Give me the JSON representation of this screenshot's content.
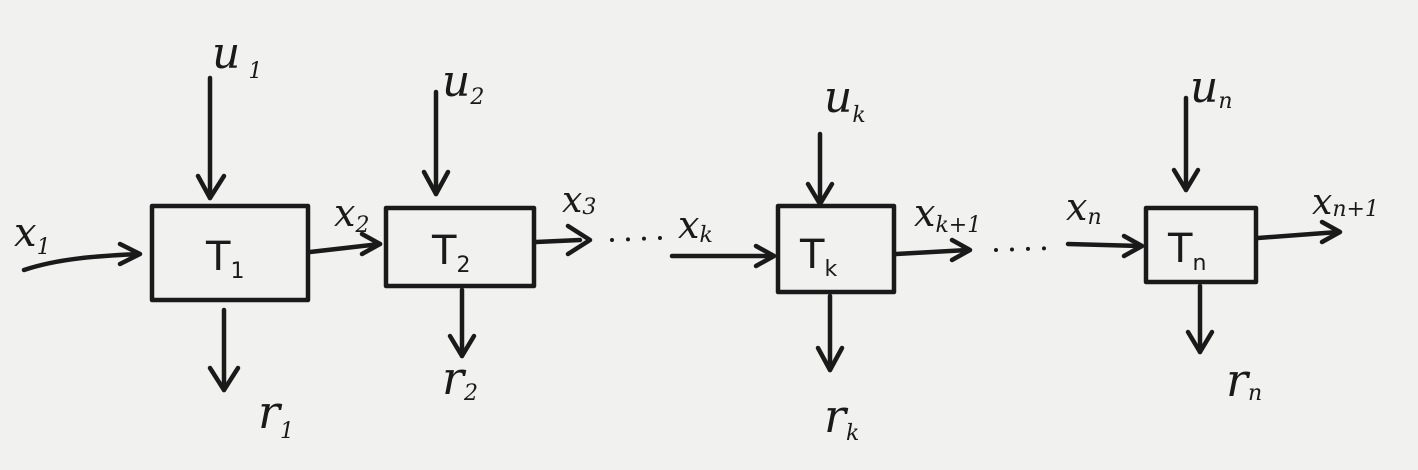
{
  "blocks": [
    {
      "label": "T",
      "sub": "1"
    },
    {
      "label": "T",
      "sub": "2"
    },
    {
      "label": "T",
      "sub": "k"
    },
    {
      "label": "T",
      "sub": "n"
    }
  ],
  "inputs_u": [
    {
      "label": "u",
      "sub": "1"
    },
    {
      "label": "u",
      "sub": "2"
    },
    {
      "label": "u",
      "sub": "k"
    },
    {
      "label": "u",
      "sub": "n"
    }
  ],
  "outputs_r": [
    {
      "label": "r",
      "sub": "1"
    },
    {
      "label": "r",
      "sub": "2"
    },
    {
      "label": "r",
      "sub": "k"
    },
    {
      "label": "r",
      "sub": "n"
    }
  ],
  "states_x": [
    {
      "label": "x",
      "sub": "1"
    },
    {
      "label": "x",
      "sub": "2"
    },
    {
      "label": "x",
      "sub": "3"
    },
    {
      "label": "x",
      "sub": "k"
    },
    {
      "label": "x",
      "sub": "k+1"
    },
    {
      "label": "x",
      "sub": "n"
    },
    {
      "label": "x",
      "sub": "n+1"
    }
  ],
  "ellipsis": "..."
}
